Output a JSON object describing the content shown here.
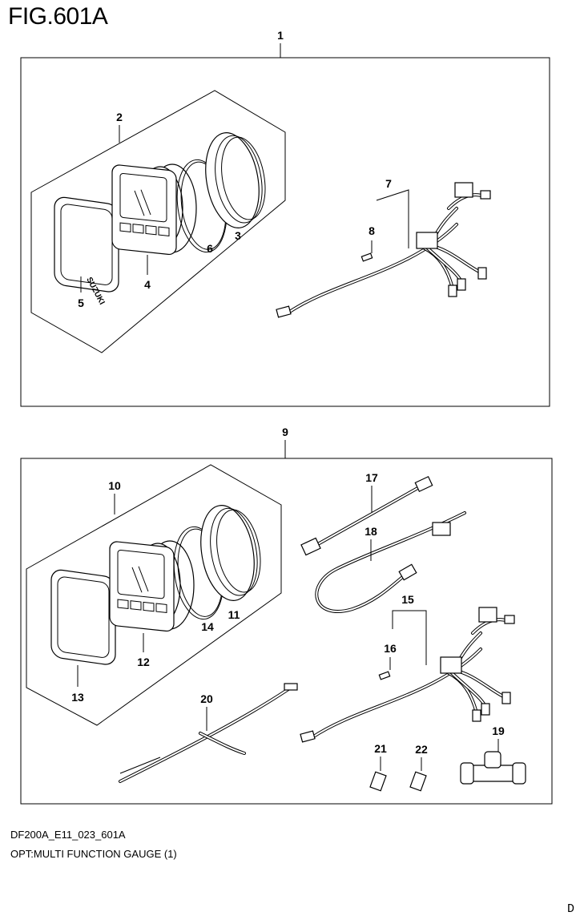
{
  "figure": {
    "title": "FIG.601A"
  },
  "callouts": {
    "c1": "1",
    "c2": "2",
    "c3": "3",
    "c4": "4",
    "c5": "5",
    "c6": "6",
    "c7": "7",
    "c8": "8",
    "c9": "9",
    "c10": "10",
    "c11": "11",
    "c12": "12",
    "c13": "13",
    "c14": "14",
    "c15": "15",
    "c16": "16",
    "c17": "17",
    "c18": "18",
    "c19": "19",
    "c20": "20",
    "c21": "21",
    "c22": "22"
  },
  "logo_text": "SUZUKI",
  "footer": {
    "code": "DF200A_E11_023_601A",
    "description": "OPT:MULTI FUNCTION GAUGE (1)",
    "corner": "D"
  }
}
